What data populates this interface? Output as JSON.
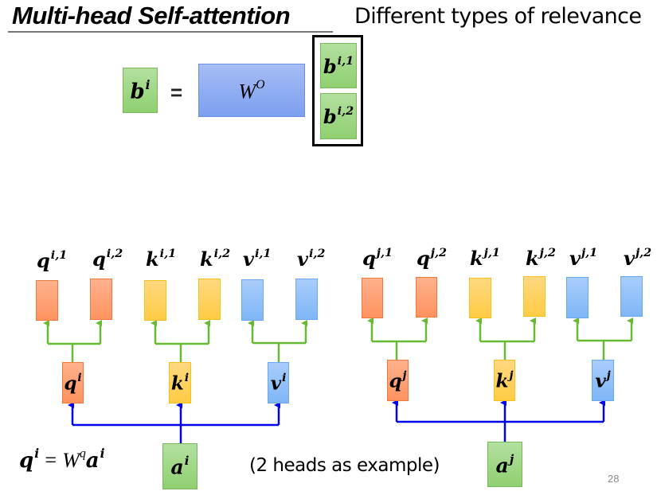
{
  "slide": {
    "title": "Multi-head Self-attention",
    "subtitle": "Different types of relevance",
    "page_number": "28",
    "caption": "(2 heads as example)"
  },
  "top_equation": {
    "lhs": {
      "base": "b",
      "sup": "i"
    },
    "equals": "=",
    "matrix": {
      "base": "W",
      "sup": "O"
    },
    "stack": [
      {
        "base": "b",
        "sup": "i,1"
      },
      {
        "base": "b",
        "sup": "i,2"
      }
    ]
  },
  "formula": {
    "lhs": {
      "base": "q",
      "sup": "i"
    },
    "op": "=",
    "w": {
      "base": "W",
      "sup": "q"
    },
    "a": {
      "base": "a",
      "sup": "i"
    }
  },
  "groups": [
    {
      "input": {
        "base": "a",
        "sup": "i"
      },
      "projections": [
        {
          "base": "q",
          "sup": "i",
          "heads": [
            {
              "base": "q",
              "sup": "i,1"
            },
            {
              "base": "q",
              "sup": "i,2"
            }
          ]
        },
        {
          "base": "k",
          "sup": "i",
          "heads": [
            {
              "base": "k",
              "sup": "i,1"
            },
            {
              "base": "k",
              "sup": "i,2"
            }
          ]
        },
        {
          "base": "v",
          "sup": "i",
          "heads": [
            {
              "base": "v",
              "sup": "i,1"
            },
            {
              "base": "v",
              "sup": "i,2"
            }
          ]
        }
      ]
    },
    {
      "input": {
        "base": "a",
        "sup": "j"
      },
      "projections": [
        {
          "base": "q",
          "sup": "j",
          "heads": [
            {
              "base": "q",
              "sup": "j,1"
            },
            {
              "base": "q",
              "sup": "j,2"
            }
          ]
        },
        {
          "base": "k",
          "sup": "j",
          "heads": [
            {
              "base": "k",
              "sup": "j,1"
            },
            {
              "base": "k",
              "sup": "j,2"
            }
          ]
        },
        {
          "base": "v",
          "sup": "j",
          "heads": [
            {
              "base": "v",
              "sup": "j,1"
            },
            {
              "base": "v",
              "sup": "j,2"
            }
          ]
        }
      ]
    }
  ],
  "colors": {
    "green_arrow": "#66bb33",
    "blue_arrow": "#0000ee",
    "query": "#ff935f",
    "key": "#ffcc44",
    "value": "#7fb6f6",
    "output": "#8fd070",
    "weight": "#7c9ff0"
  }
}
